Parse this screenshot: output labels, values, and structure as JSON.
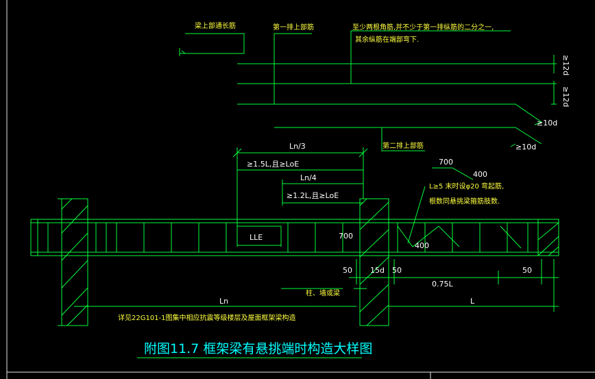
{
  "labels": {
    "beam_top_through": "梁上部通长筋",
    "first_row_top": "第一排上部筋",
    "note_line1": "至少两根角筋,并不少于第一排纵筋的二分之一,",
    "note_line2": "其余纵筋在端部弯下.",
    "d12_a": "≥12d",
    "d12_b": "≥12d",
    "d10_a": "≥10d",
    "d10_b": "≥10d",
    "second_row_top": "第二排上部筋",
    "ln3": "Ln/3",
    "ln4": "Ln/4",
    "l15": "≥1.5L,且≥LoE",
    "l12": "≥1.2L,且≥LoE",
    "dim700a": "700",
    "dim400": "400",
    "note_l5a": "L≥5 末时设φ20 弯起筋,",
    "note_l5b": "根数同悬挑梁箍筋肢数.",
    "lle": "LLE",
    "dim700b": "700",
    "dim400b": "400",
    "dim50a": "50",
    "dim15d": "15d",
    "dim50b": "50",
    "dim075l": "0.75L",
    "dim50c": "50",
    "dimL": "L",
    "dimLn": "Ln",
    "column_wall": "柱、墙或梁",
    "detail_ref": "详见22G101-1图集中相应抗震等级楼层及屋面框架梁构造",
    "title": "附图11.7  框架梁有悬挑端时构造大样图"
  },
  "colors": {
    "lines": "#00ff3c",
    "text": "#ffff40",
    "dim_text": "#ffffff",
    "title": "#00ffff"
  }
}
